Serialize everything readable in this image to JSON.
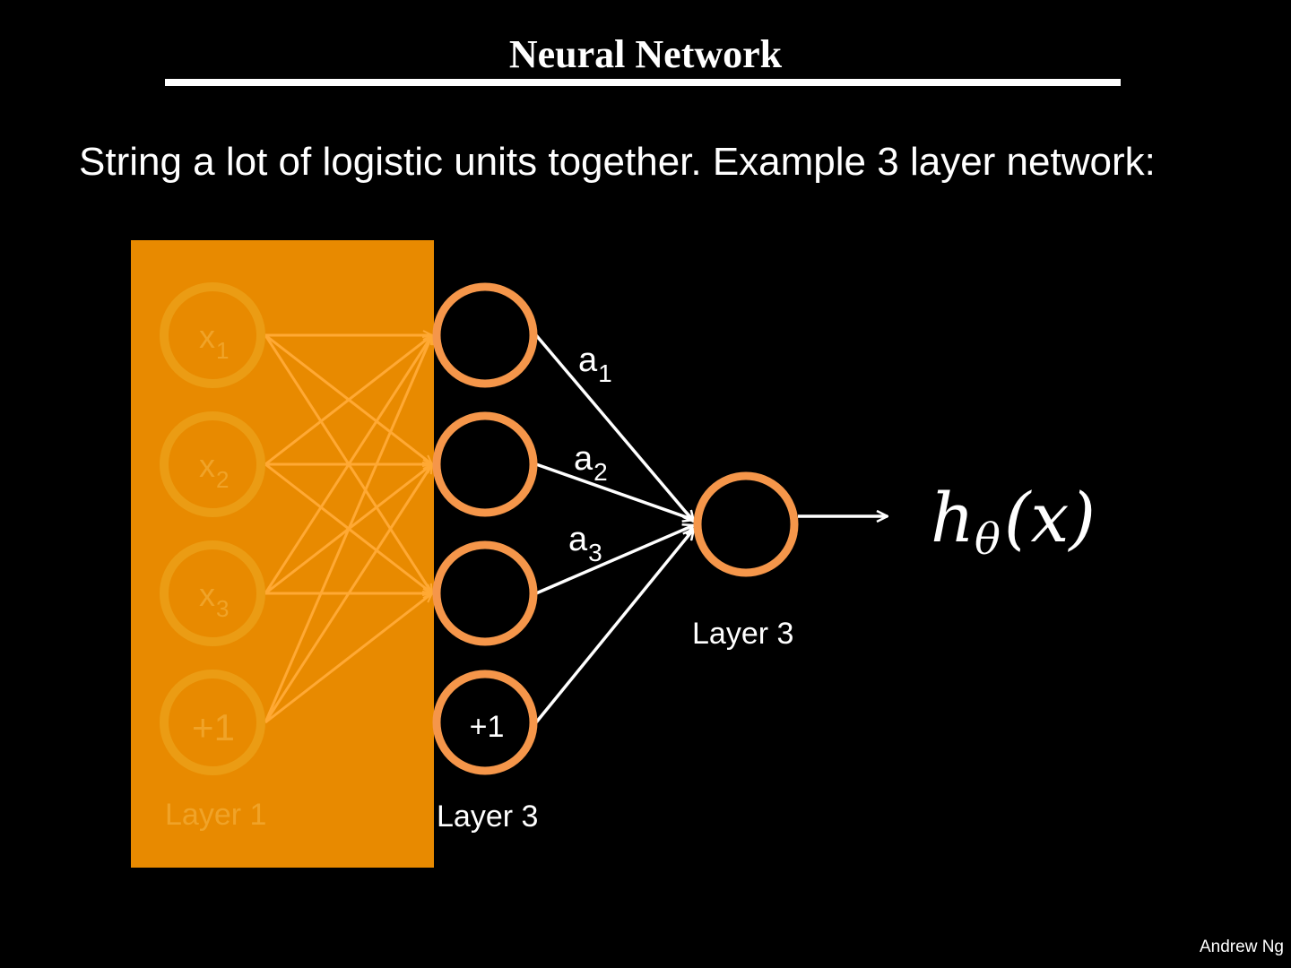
{
  "slide": {
    "title": "Neural Network",
    "body": "String a lot of logistic units together.  Example 3 layer network:",
    "footer": "Andrew Ng"
  },
  "diagram": {
    "highlight_color": "#e88a00",
    "node_color": "#f5964a",
    "input_nodes": [
      {
        "main": "x",
        "sub": "1"
      },
      {
        "main": "x",
        "sub": "2"
      },
      {
        "main": "x",
        "sub": "3"
      },
      {
        "main": "+1",
        "sub": ""
      }
    ],
    "hidden_nodes": [
      {
        "label": ""
      },
      {
        "label": ""
      },
      {
        "label": ""
      },
      {
        "label": "+1"
      }
    ],
    "activation_labels": [
      {
        "main": "a",
        "sub": "1"
      },
      {
        "main": "a",
        "sub": "2"
      },
      {
        "main": "a",
        "sub": "3"
      }
    ],
    "layer_labels": {
      "layer1": "Layer 1",
      "hidden": "Layer 3",
      "output": "Layer 3"
    },
    "hypothesis": {
      "main": "h",
      "sub": "θ",
      "arg": "(x)"
    }
  }
}
